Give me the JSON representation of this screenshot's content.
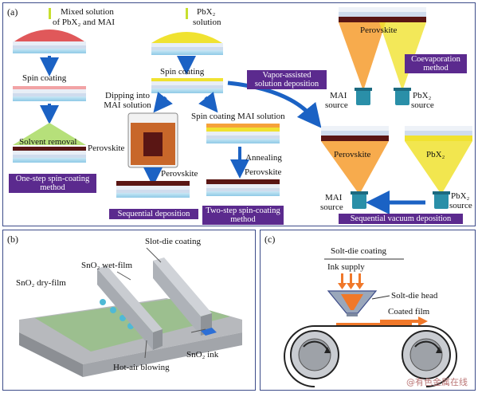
{
  "panel_a": {
    "tag": "(a)",
    "mixed_solution": "Mixed solution",
    "mixed_solution_2": "of PbX₂ and MAI",
    "spin_coating_1": "Spin coating",
    "solvent_removal": "Solvent removal",
    "perovskite_1": "Perovskite",
    "one_step_label": "One-step spin-coating method",
    "pbx2_solution": "PbX₂",
    "pbx2_solution_2": "solution",
    "spin_coating_2": "Spin coating",
    "dipping": "Dipping into",
    "dipping_2": "MAI solution",
    "spin_mai": "Spin coating MAI solution",
    "perovskite_2": "Perovskite",
    "sequential_label": "Sequential deposition",
    "annealing": "Annealing",
    "perovskite_3": "Perovskite",
    "two_step_label": "Two-step spin-coating method",
    "vapor_label": "Vapor-assisted solution deposition",
    "perovskite_top": "Perovskite",
    "mai_source_1": "MAI",
    "mai_source_1b": "source",
    "pbx2_source_1": "PbX₂",
    "pbx2_source_1b": "source",
    "coevap_label": "Coevaporation method",
    "perovskite_bottom": "Perovskite",
    "pbx2_bottom": "PbX₂",
    "mai_source_2": "MAI",
    "mai_source_2b": "source",
    "pbx2_source_2": "PbX₂",
    "pbx2_source_2b": "source",
    "seq_vacuum_label": "Sequential vacuum deposition"
  },
  "panel_b": {
    "tag": "(b)",
    "slot_die": "Slot-die coating",
    "sno2_wet": "SnO₂ wet-film",
    "sno2_dry": "SnO₂ dry-film",
    "sno2_ink": "SnO₂ ink",
    "hot_air": "Hot-air blowing"
  },
  "panel_c": {
    "tag": "(c)",
    "title": "Solt-die coating",
    "ink_supply": "Ink supply",
    "head": "Solt-die head",
    "coated_film": "Coated film"
  },
  "watermark": "@有色金属在线",
  "colors": {
    "panel_border": "#3d4c8a",
    "label_bg": "#5b2a8e",
    "arrow_blue": "#1b62c4",
    "perovskite": "#5a1614",
    "pbx2_yellow": "#f0e230",
    "mai_red": "#e0585a",
    "solvent_green": "#b6e07a",
    "ink_orange": "#f0782a",
    "coevap_orange": "#f6a23a"
  }
}
